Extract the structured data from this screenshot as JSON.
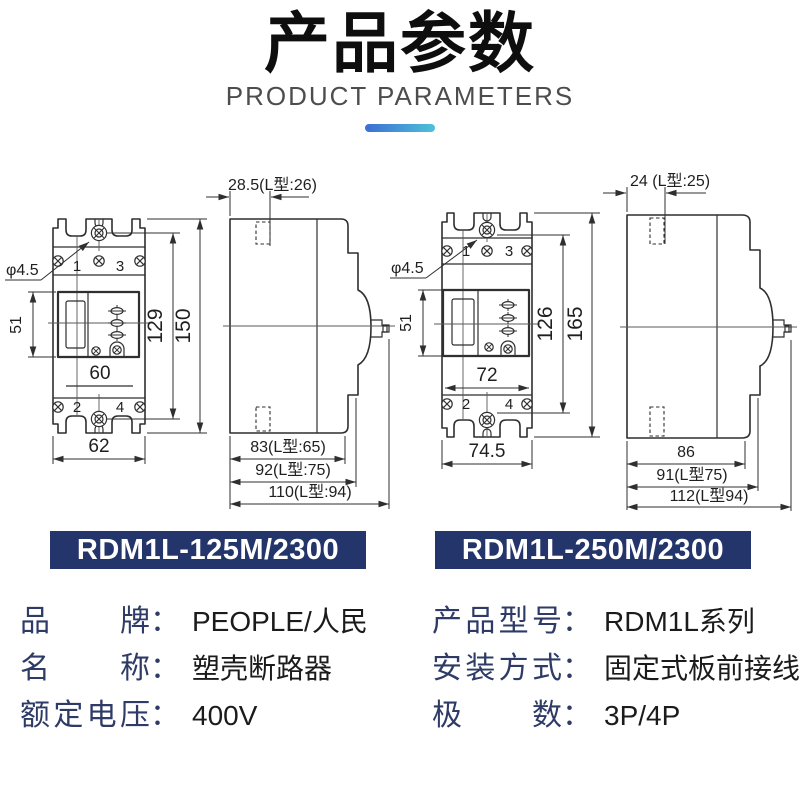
{
  "header": {
    "title": "产品参数",
    "subtitle": "PRODUCT PARAMETERS"
  },
  "models": {
    "left": "RDM1L-125M/2300",
    "right": "RDM1L-250M/2300"
  },
  "drawings": {
    "front_left": {
      "hole": "φ4.5",
      "side_height": "51",
      "inner_width": "60",
      "outer_width": "62",
      "mount_pitch": "129",
      "height": "150",
      "t1": "1",
      "t2": "2",
      "t3": "3",
      "t4": "4"
    },
    "side_left": {
      "top": "28.5(L型:26)",
      "b1": "83(L型:65)",
      "b2": "92(L型:75)",
      "b3": "110(L型:94)"
    },
    "front_right": {
      "hole": "φ4.5",
      "side_height": "51",
      "inner_width": "72",
      "outer_width": "74.5",
      "mount_pitch": "126",
      "height": "165",
      "t1": "1",
      "t2": "2",
      "t3": "3",
      "t4": "4"
    },
    "side_right": {
      "top": "24 (L型:25)",
      "b1": "86",
      "b2": "91(L型75)",
      "b3": "112(L型94)"
    }
  },
  "specs": {
    "colon": "：",
    "left": [
      {
        "label": "品牌",
        "value": "PEOPLE/人民"
      },
      {
        "label": "名称",
        "value": "塑壳断路器"
      },
      {
        "label": "额定电压",
        "value": "400V"
      }
    ],
    "right": [
      {
        "label": "产品型号",
        "value": "RDM1L系列"
      },
      {
        "label": "安装方式",
        "value": "固定式板前接线"
      },
      {
        "label": "极数",
        "value": "3P/4P"
      }
    ]
  },
  "colors": {
    "accent_navy": "#24356b",
    "underline_gradient_start": "#3b6fd3",
    "underline_gradient_end": "#4ec1d9"
  }
}
